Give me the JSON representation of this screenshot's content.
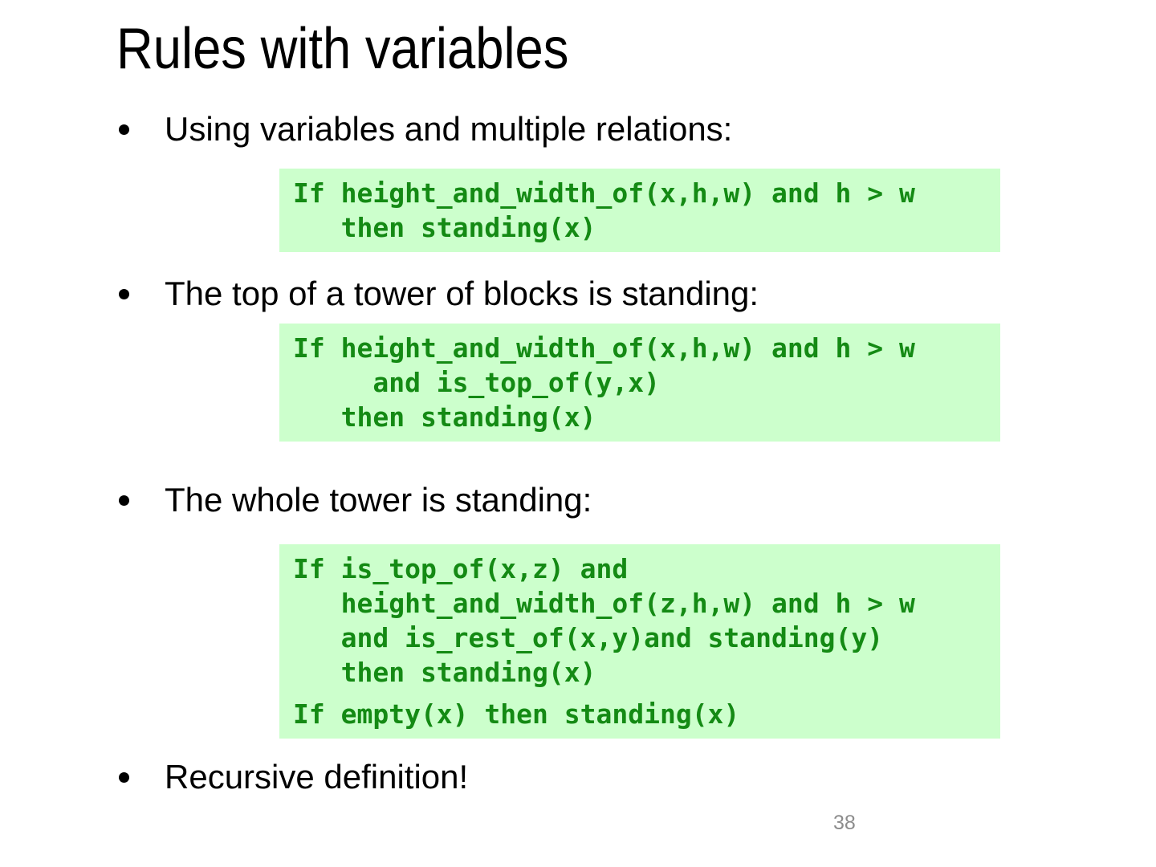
{
  "slide": {
    "title": "Rules with variables",
    "bullets": [
      {
        "label": "Using variables and multiple relations:"
      },
      {
        "label": "The top of a tower of blocks is standing:"
      },
      {
        "label": "The whole tower is standing:"
      },
      {
        "label": "Recursive definition!"
      }
    ],
    "code_boxes": [
      {
        "lines": [
          "If height_and_width_of(x,h,w) and h > w",
          "   then standing(x)"
        ]
      },
      {
        "lines": [
          "If height_and_width_of(x,h,w) and h > w",
          "     and is_top_of(y,x)",
          "   then standing(x)"
        ]
      },
      {
        "lines": [
          "If is_top_of(x,z) and",
          "   height_and_width_of(z,h,w) and h > w",
          "   and is_rest_of(x,y)and standing(y)",
          "   then standing(x)",
          "If empty(x) then standing(x)"
        ]
      }
    ],
    "page_number": "38",
    "colors": {
      "code_text": "#148a14",
      "code_background": "#ccffcc",
      "body_text": "#000000",
      "page_number": "#8c8c8c"
    }
  }
}
